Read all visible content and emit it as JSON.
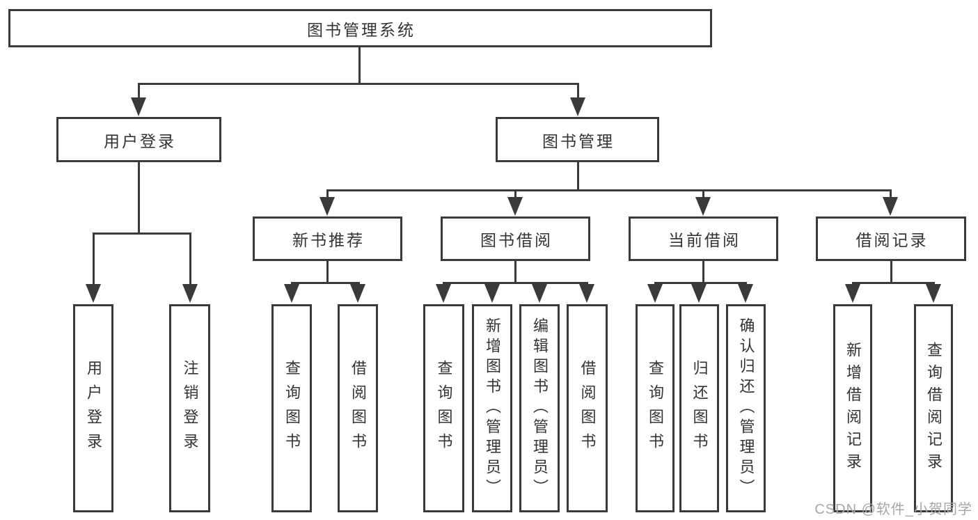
{
  "diagram": {
    "root": {
      "label": "图书管理系统"
    },
    "branches": [
      {
        "label": "用户登录",
        "children": [
          {
            "label": "用户登录"
          },
          {
            "label": "注销登录"
          }
        ]
      },
      {
        "label": "图书管理",
        "sections": [
          {
            "label": "新书推荐",
            "children": [
              {
                "label": "查询图书"
              },
              {
                "label": "借阅图书"
              }
            ]
          },
          {
            "label": "图书借阅",
            "children": [
              {
                "label": "查询图书"
              },
              {
                "label": "新增图书（管理员）"
              },
              {
                "label": "编辑图书（管理员）"
              },
              {
                "label": "借阅图书"
              }
            ]
          },
          {
            "label": "当前借阅",
            "children": [
              {
                "label": "查询图书"
              },
              {
                "label": "归还图书"
              },
              {
                "label": "确认归还（管理员）"
              }
            ]
          },
          {
            "label": "借阅记录",
            "children": [
              {
                "label": "新增借阅记录"
              },
              {
                "label": "查询借阅记录"
              }
            ]
          }
        ]
      }
    ]
  },
  "watermark": {
    "text": "CSDN @软件_小贺同学"
  },
  "colors": {
    "line": "#3a3a3a",
    "text": "#333333",
    "background": "#ffffff",
    "watermark": "#a6a6a6"
  }
}
